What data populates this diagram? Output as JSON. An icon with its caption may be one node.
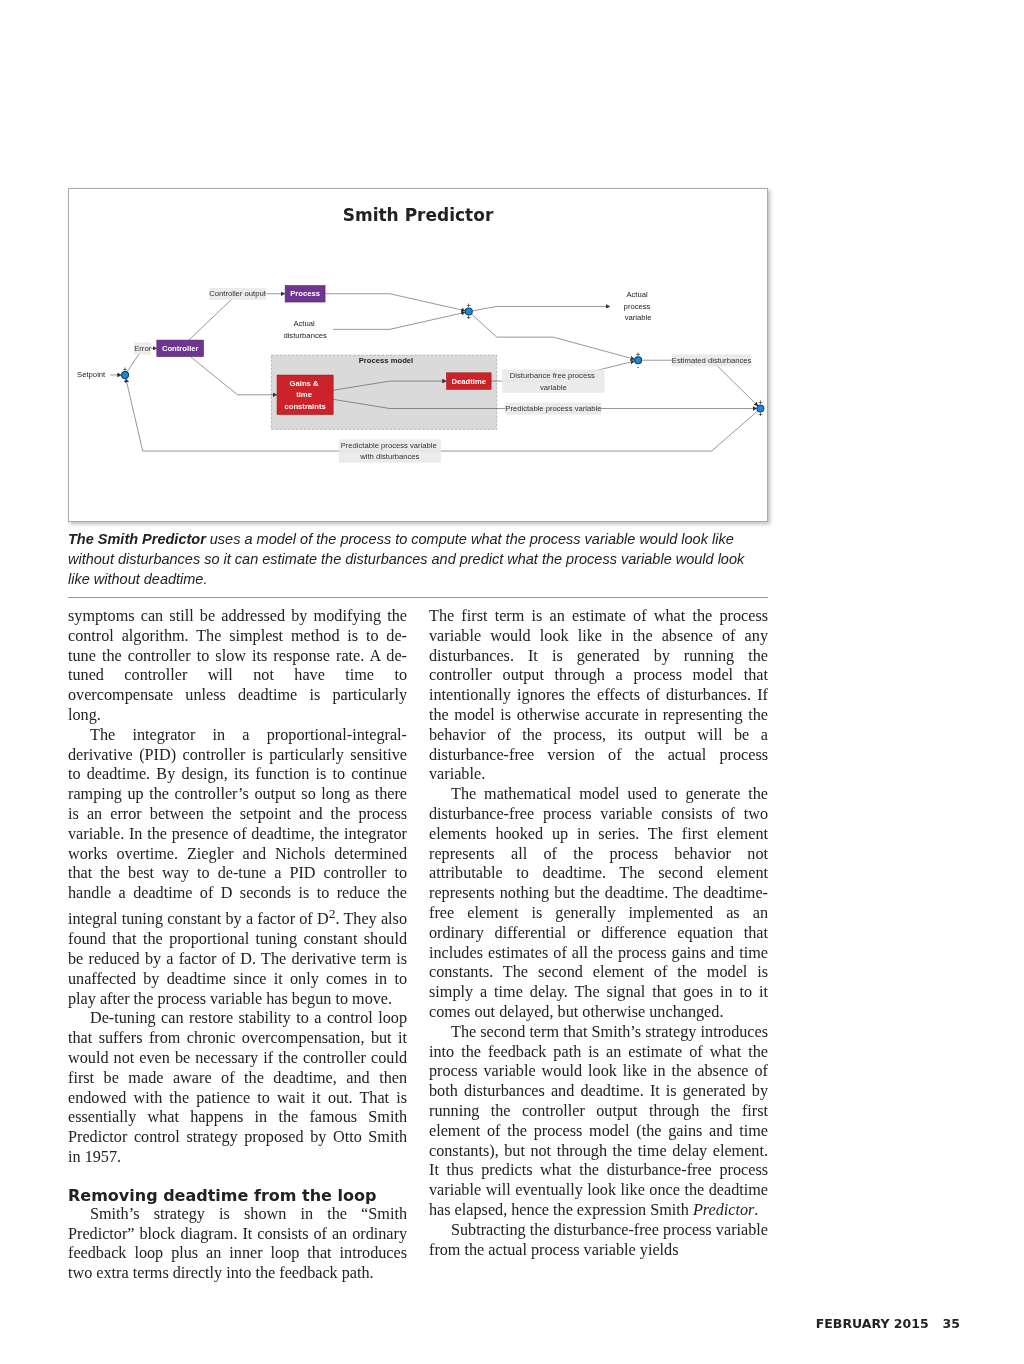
{
  "diagram": {
    "title": "Smith Predictor",
    "caption": "**The Smith Predictor** uses a model of the process to compute what the process variable would look like without disturbances so it can estimate the disturbances and predict what the process variable would look like without deadtime.",
    "nodes": [
      {
        "text": [
          "Setpoint"
        ]
      },
      {
        "text": [
          "+",
          "-"
        ]
      },
      {
        "text": [
          "Controller"
        ]
      },
      {
        "text": [
          "Process"
        ]
      },
      {
        "text": [
          "+",
          "+"
        ]
      },
      {
        "text": [
          "Actual disturbances"
        ]
      },
      {
        "text": [
          "Actual process variable"
        ]
      },
      {
        "text": [
          "Process model"
        ]
      },
      {
        "text": [
          "Gains & time constraints"
        ],
        "in": 7
      },
      {
        "text": [
          "Deadtime"
        ],
        "in": 7
      },
      {
        "text": [
          "+",
          "-"
        ]
      },
      {
        "text": [
          "+",
          "+"
        ]
      }
    ],
    "edges": [
      {
        "from": 0,
        "to": 1,
        "arrow": "to"
      },
      {
        "from": 1,
        "to": 2,
        "arrow": "to",
        "label": "Error"
      },
      {
        "from": 2,
        "to": 3,
        "arrow": "to",
        "label": "Controller output"
      },
      {
        "from": 2,
        "to": 8,
        "arrow": "to"
      },
      {
        "from": 5,
        "to": 4,
        "arrow": "to"
      },
      {
        "from": 3,
        "to": 4,
        "arrow": "to"
      },
      {
        "from": 4,
        "to": 6,
        "arrow": "to"
      },
      {
        "from": 4,
        "to": 10,
        "arrow": "to"
      },
      {
        "from": 8,
        "to": 9,
        "arrow": "to"
      },
      {
        "from": 9,
        "to": 10,
        "arrow": "to",
        "label": "Disturbance free process variable"
      },
      {
        "from": 8,
        "to": 11,
        "arrow": "to",
        "label": "Predictable process variable"
      },
      {
        "from": 10,
        "to": 11,
        "arrow": "to",
        "label": "Estimated disturbances"
      },
      {
        "from": 11,
        "to": 1,
        "arrow": "to",
        "label": "Predictable process variable with disturbances"
      }
    ],
    "labels": [
      "symptoms can still be addressed by modifying the control algorithm. The simplest method is to de-tune the controller to slow its response rate. A de-tuned controller will not have time to overcompensate unless deadtime is particularly long.",
      "The integrator in a proportional-integral-derivative (PID) controller is particularly sensitive to deadtime. By design, its function is to continue ramping up the controller’s output so long as there is an error between the setpoint and the process variable. In the presence of deadtime, the integrator works overtime. Ziegler and Nichols determined that the best way to de-tune a PID controller to handle a deadtime of D seconds is to reduce the integral tuning constant by a factor of D$^{2}$. They also found that the proportional tuning constant should be reduced by a factor of D. The derivative term is unaffected by deadtime since it only comes in to play after the process variable has begun to move.",
      "De-tuning can restore stability to a control loop that suffers from chronic overcompensation, but it would not even be necessary if the controller could first be made aware of the deadtime, and then endowed with the patience to wait it out. That is essentially what happens in the famous Smith Predictor control strategy proposed by Otto Smith in 1957.",
      "Removing deadtime from the loop",
      "Smith’s strategy is shown in the “Smith Predictor” block diagram. It consists of an ordinary feedback loop plus an inner loop that introduces two extra terms directly into the feedback path.",
      "The first term is an estimate of what the process variable would look like in the absence of any disturbances. It is generated by running the controller output through a process model that intentionally ignores the effects of disturbances. If the model is otherwise accurate in representing the behavior of the process, its output will be a disturbance-free version of the actual process variable.",
      "The mathematical model used to generate the disturbance-free process variable consists of two elements hooked up in series. The first element represents all of the process behavior not attributable to deadtime. The second element represents nothing but the deadtime. The deadtime-free element is generally implemented as an ordinary differential or difference equation that includes estimates of all the process gains and time constants. The second element of the model is simply a time delay. The signal that goes in to it comes out delayed, but otherwise unchanged.",
      "The second term that Smith’s strategy introduces into the feedback path is an estimate of what the process variable would look like in the absence of both disturbances and deadtime. It is generated by running the controller output through the first element of the process model (the gains and time constants), but not through the time delay element. It thus predicts what the disturbance-free process variable will eventually look like once the deadtime has elapsed, hence the expression Smith *Predictor*.",
      "Subtracting the disturbance-free process variable from the actual process variable yields",
      "FEBRUARY 2015",
      "35"
    ]
  }
}
